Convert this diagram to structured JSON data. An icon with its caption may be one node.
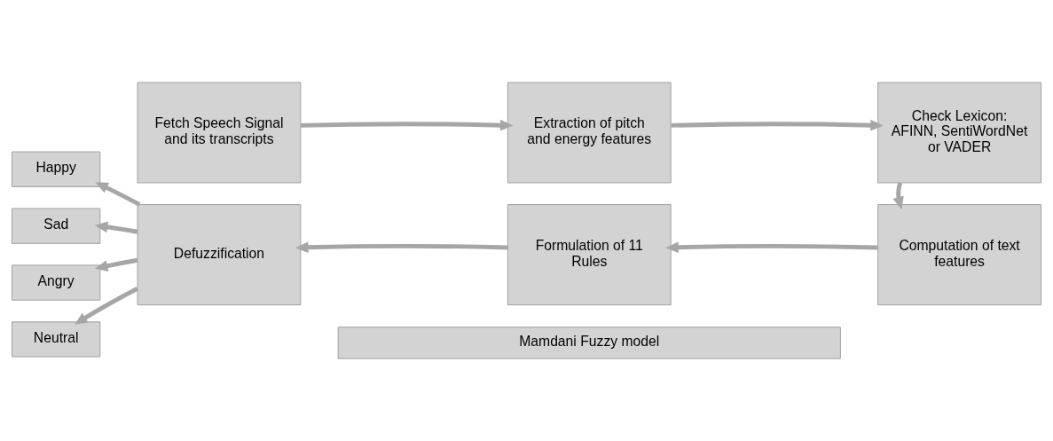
{
  "diagram": {
    "nodes": [
      {
        "text": [
          "Fetch Speech Signal and its transcripts"
        ]
      },
      {
        "text": [
          "Extraction of pitch and energy features"
        ]
      },
      {
        "text": [
          "Check Lexicon: AFINN, SentiWordNet or VADER"
        ]
      },
      {
        "text": [
          "Happy"
        ]
      },
      {
        "text": [
          "Sad"
        ]
      },
      {
        "text": [
          "Angry"
        ]
      },
      {
        "text": [
          "Neutral"
        ]
      },
      {
        "text": [
          "Defuzzification"
        ]
      },
      {
        "text": [
          "Formulation of 11 Rules"
        ]
      },
      {
        "text": [
          "Computation of text features"
        ]
      },
      {
        "text": [
          "Mamdani Fuzzy model"
        ]
      }
    ],
    "edges": [
      {
        "from": 0,
        "to": 1,
        "arrow": "to"
      },
      {
        "from": 1,
        "to": 2,
        "arrow": "to"
      },
      {
        "from": 2,
        "to": 9,
        "arrow": "to"
      },
      {
        "from": 9,
        "to": 8,
        "arrow": "to"
      },
      {
        "from": 8,
        "to": 7,
        "arrow": "to"
      },
      {
        "from": 7,
        "to": 3,
        "arrow": "to"
      },
      {
        "from": 7,
        "to": 4,
        "arrow": "to"
      },
      {
        "from": 7,
        "to": 5,
        "arrow": "to"
      },
      {
        "from": 7,
        "to": 6,
        "arrow": "to"
      }
    ]
  }
}
